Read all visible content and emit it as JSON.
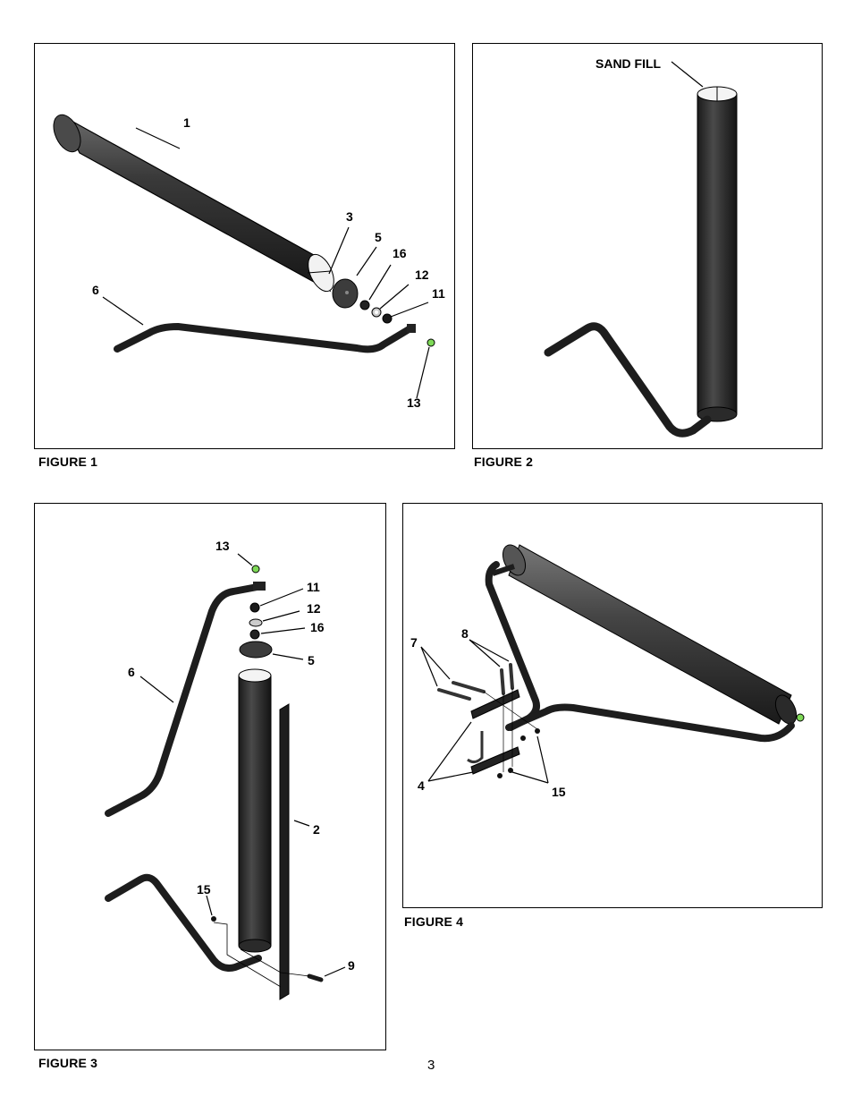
{
  "page_number": "3",
  "colors": {
    "part": "#2b2b2b",
    "highlight": "#6e6e6e",
    "accent_green": "#7ed957"
  },
  "figures": [
    {
      "caption": "FIGURE 1",
      "callouts": [
        "1",
        "3",
        "5",
        "16",
        "12",
        "11",
        "6",
        "13"
      ]
    },
    {
      "caption": "FIGURE 2",
      "callouts": [
        "SAND FILL"
      ]
    },
    {
      "caption": "FIGURE 3",
      "callouts": [
        "13",
        "11",
        "12",
        "16",
        "5",
        "6",
        "2",
        "15",
        "9"
      ]
    },
    {
      "caption": "FIGURE 4",
      "callouts": [
        "7",
        "8",
        "4",
        "15"
      ]
    }
  ]
}
